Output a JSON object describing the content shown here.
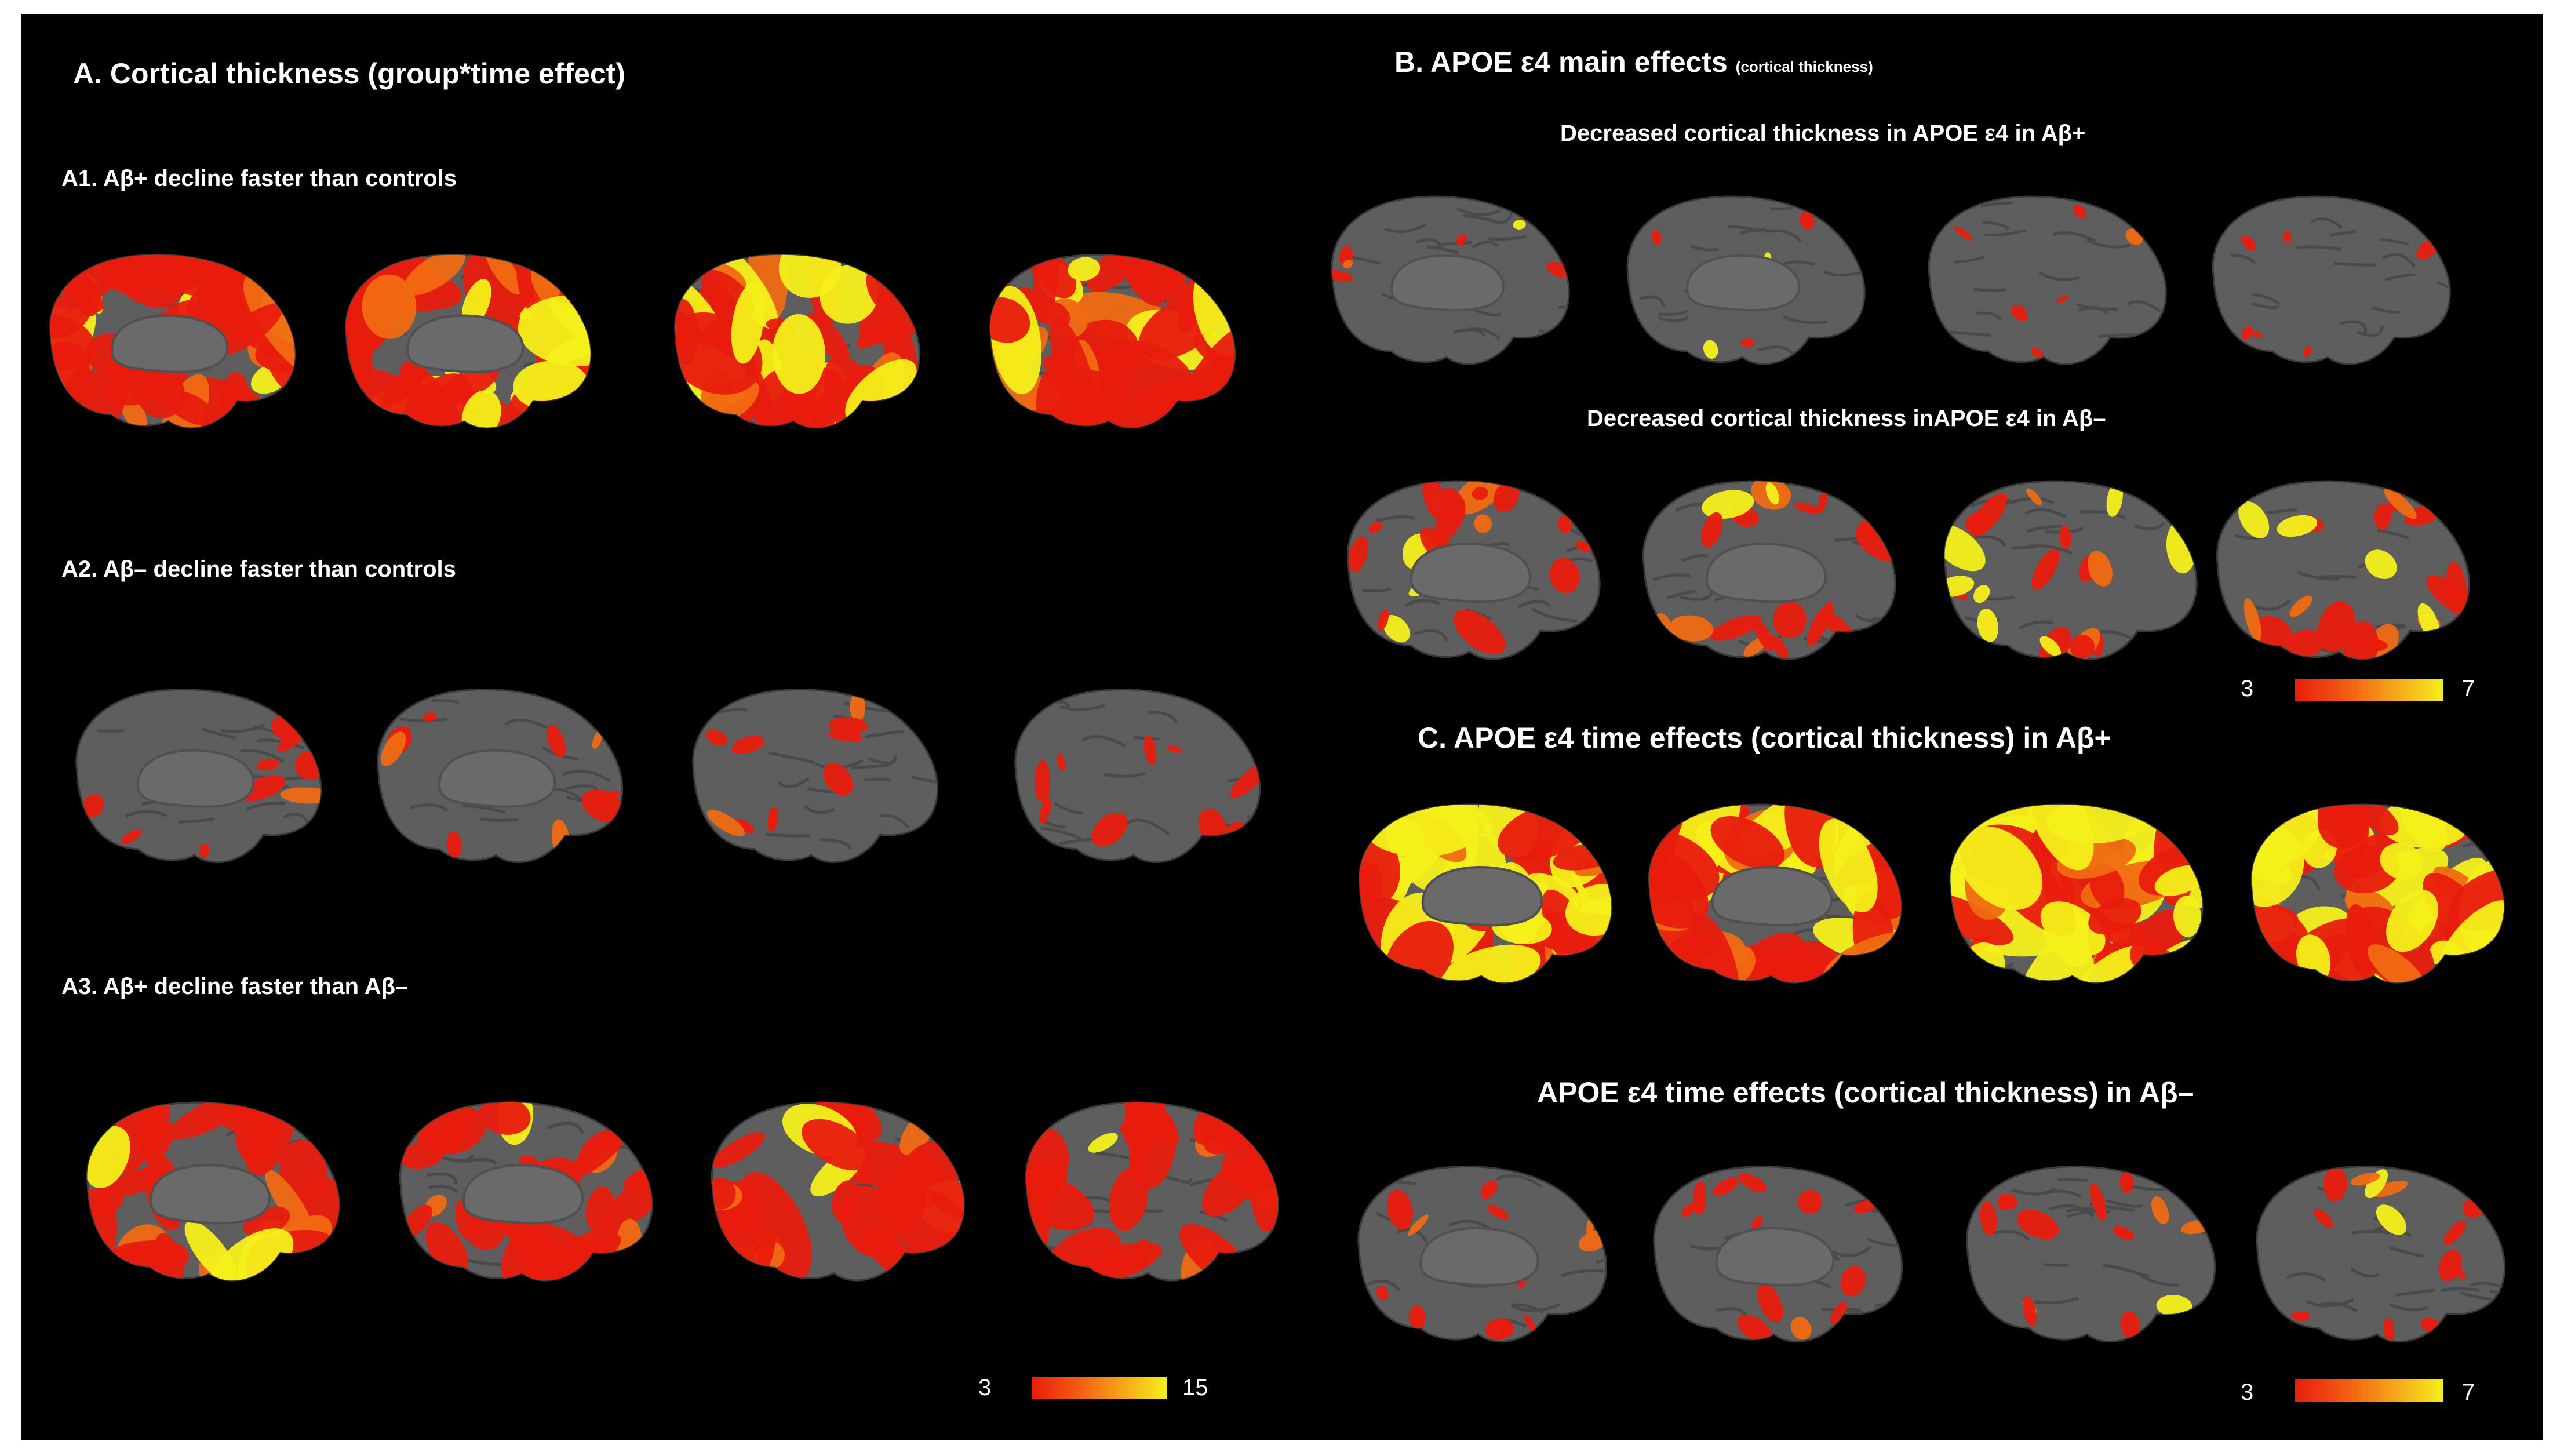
{
  "panelA": {
    "title": "A. Cortical thickness (group*time effect)",
    "rows": [
      {
        "label": "A1. Aβ+  decline faster than controls",
        "activation": "high"
      },
      {
        "label": "A2. Aβ– decline faster than controls",
        "activation": "low"
      },
      {
        "label": "A3. Aβ+  decline faster than Aβ–",
        "activation": "medium"
      }
    ],
    "colorbar": {
      "min": "3",
      "max": "15"
    }
  },
  "panelB": {
    "title": "B. APOE ε4  main effects",
    "title_note": "(cortical thickness)",
    "rows": [
      {
        "label": "Decreased cortical thickness in APOE ε4 in Aβ+",
        "activation": "minimal"
      },
      {
        "label": "Decreased cortical thickness inAPOE ε4 in Aβ–",
        "activation": "patchy"
      }
    ],
    "colorbar": {
      "min": "3",
      "max": "7"
    }
  },
  "panelC": {
    "title": "C. APOE ε4 time effects (cortical thickness) in Aβ+",
    "second_title": "APOE ε4 time effects (cortical thickness) in Aβ–",
    "rows": [
      {
        "activation": "very-high"
      },
      {
        "activation": "sparse"
      }
    ],
    "colorbar": {
      "min": "3",
      "max": "7"
    }
  },
  "colors": {
    "background": "#000000",
    "brain_gray": "#5e5e5e",
    "scale_low": "#e81c0e",
    "scale_high": "#f4f01a"
  }
}
